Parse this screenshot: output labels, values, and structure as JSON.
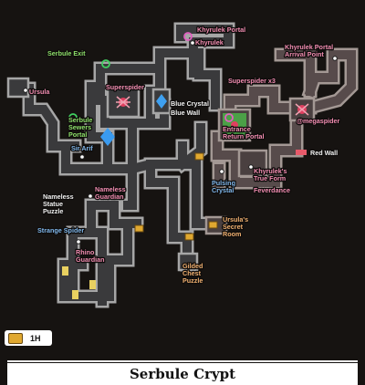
{
  "map": {
    "title": "Serbule Crypt",
    "legend": {
      "icon": "chest-icon",
      "label": "1H"
    },
    "colors": {
      "background": "#161311",
      "corridor": "#3a3a3c",
      "corridor_outline": "#a6a6a6",
      "npc_label": "#f08cb0",
      "exit_label": "#8dde6a",
      "object_label": "#7fb6ea",
      "chest_label": "#f0b070"
    },
    "labels": {
      "khyrulek_portal": "Khyrulek Portal",
      "khyrulek": "Khyrulek",
      "serbule_exit": "Serbule Exit",
      "khyrulek_arrival": "Khyrulek Portal\nArrival Point",
      "ursula": "Ursula",
      "superspider": "Superspider",
      "superspider_x3": "Superspider x3",
      "blue_crystal": "Blue Crystal",
      "blue_wall": "Blue Wall",
      "serbule_sewers": "Serbule\nSewers\nPortal",
      "entrance_return": "Entrance\nReturn Portal",
      "megaspider": "@megaspider",
      "sir_arif": "Sir Arif",
      "red_wall": "Red Wall",
      "pulsing_crystal": "Pulsing\nCrystal",
      "khyrulek_true": "Khyrulek's\nTrue Form",
      "feverdance": "Feverdance",
      "nameless_guardian": "Nameless\nGuardian",
      "nameless_statue": "Nameless\nStatue\nPuzzle",
      "ursulas_room": "Ursula's\nSecret\nRoom",
      "strange_spider": "Strange Spider",
      "rhino_guardian": "Rhino\nGuardian",
      "gilded_chest": "Gilded\nChest\nPuzzle"
    }
  }
}
